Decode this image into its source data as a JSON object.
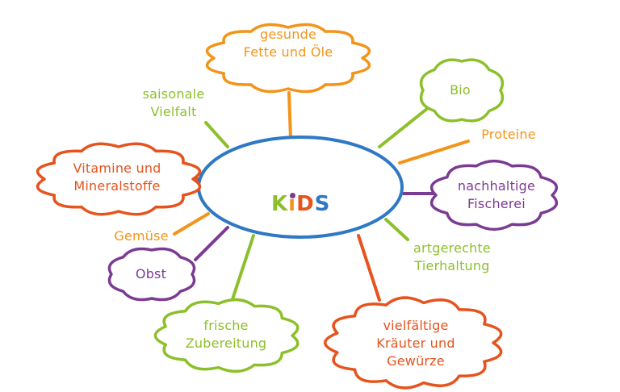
{
  "colors": {
    "blue": "#2f78c4",
    "orange": "#f39419",
    "red": "#e6531d",
    "green": "#8cc02a",
    "purple": "#7b3b93"
  },
  "center": {
    "letters": [
      "K",
      "i",
      "D",
      "S"
    ],
    "letter_colors": [
      "#8cc02a",
      "#f39419",
      "#e6531d",
      "#2f78c4"
    ],
    "dot_color": "#7b3b93"
  },
  "nodes": {
    "fette": {
      "lines": [
        "gesunde",
        "Fette und Öle"
      ],
      "color": "orange",
      "shape": "cloud"
    },
    "saisonal": {
      "lines": [
        "saisonale",
        "Vielfalt"
      ],
      "color": "green",
      "shape": "text"
    },
    "bio": {
      "lines": [
        "Bio"
      ],
      "color": "green",
      "shape": "cloud"
    },
    "proteine": {
      "lines": [
        "Proteine"
      ],
      "color": "orange",
      "shape": "text"
    },
    "fischerei": {
      "lines": [
        "nachhaltige",
        "Fischerei"
      ],
      "color": "purple",
      "shape": "cloud"
    },
    "tierhaltung": {
      "lines": [
        "artgerechte",
        "Tierhaltung"
      ],
      "color": "green",
      "shape": "text"
    },
    "kraeuter": {
      "lines": [
        "vielfältige",
        "Kräuter und",
        "Gewürze"
      ],
      "color": "red",
      "shape": "cloud"
    },
    "zubereitung": {
      "lines": [
        "frische",
        "Zubereitung"
      ],
      "color": "green",
      "shape": "cloud"
    },
    "obst": {
      "lines": [
        "Obst"
      ],
      "color": "purple",
      "shape": "cloud"
    },
    "gemuese": {
      "lines": [
        "Gemüse"
      ],
      "color": "orange",
      "shape": "text"
    },
    "vitamine": {
      "lines": [
        "Vitamine und",
        "Mineralstoffe"
      ],
      "color": "red",
      "shape": "cloud"
    }
  }
}
